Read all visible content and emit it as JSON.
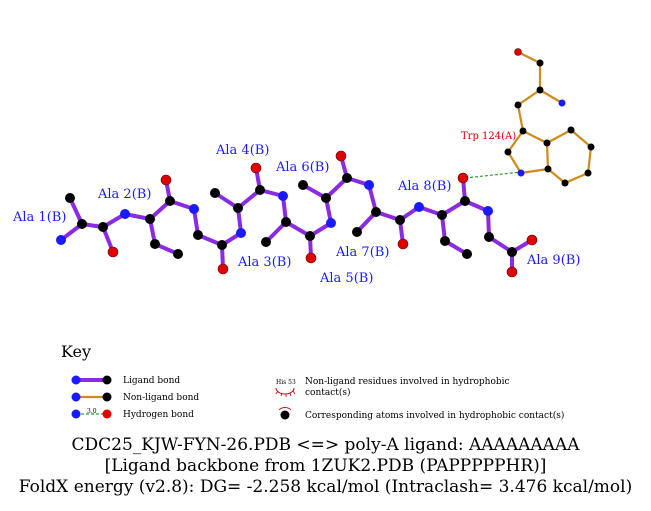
{
  "residues": {
    "ala1": "Ala 1(B)",
    "ala2": "Ala 2(B)",
    "ala3": "Ala 3(B)",
    "ala4": "Ala 4(B)",
    "ala5": "Ala 5(B)",
    "ala6": "Ala 6(B)",
    "ala7": "Ala 7(B)",
    "ala8": "Ala 8(B)",
    "ala9": "Ala 9(B)",
    "trp124": "Trp 124(A)"
  },
  "key": {
    "title": "Key",
    "ligand_bond": "Ligand bond",
    "nonligand_bond": "Non-ligand bond",
    "hydrogen_bond": "Hydrogen bond",
    "hbond_len": "3.0",
    "hydrophobic_residue_tag": "His 53",
    "hydrophobic_residues_line1": "Non-ligand residues involved in hydrophobic",
    "hydrophobic_residues_line2": "contact(s)",
    "hydrophobic_atoms": "Corresponding atoms involved in hydrophobic contact(s)"
  },
  "caption": {
    "line1": "CDC25_KJW-FYN-26.PDB <=> poly-A ligand: AAAAAAAAA",
    "line2": "[Ligand backbone from 1ZUK2.PDB (PAPPPPPHR)]",
    "line3": "FoldX energy (v2.8): DG= -2.258 kcal/mol (Intraclash= 3.476 kcal/mol)"
  },
  "colors": {
    "ligand_bond": "#8a2be2",
    "nonligand_bond": "#d08a1a",
    "hbond": "#2e9e2e",
    "carbon": "#000000",
    "nitrogen": "#1a1aff",
    "oxygen": "#e00000",
    "label": "#1a1aff",
    "trp_label": "#cc0000"
  }
}
